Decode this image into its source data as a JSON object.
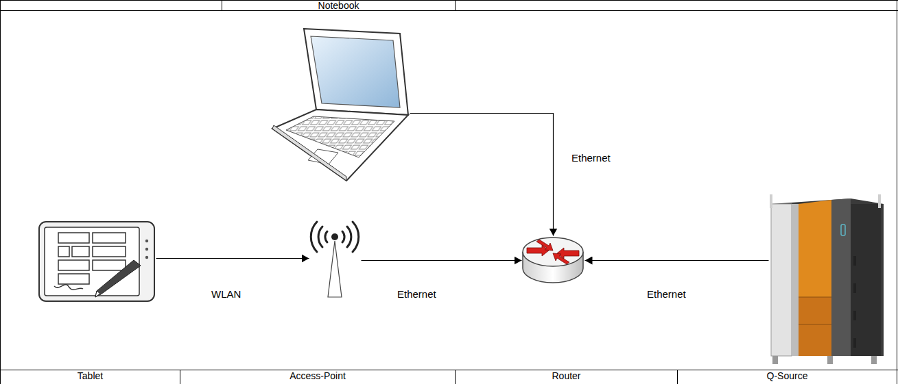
{
  "diagram": {
    "nodes": [
      {
        "text": [
          "Notebook"
        ]
      },
      {
        "text": [
          "Tablet"
        ]
      },
      {
        "text": [
          "Access-Point"
        ]
      },
      {
        "text": [
          "Router"
        ]
      },
      {
        "text": [
          "Q-Source"
        ]
      }
    ],
    "edges": [
      {
        "from": 0,
        "to": 3,
        "arrow": "to",
        "label": "Ethernet"
      },
      {
        "from": 1,
        "to": 2,
        "arrow": "to",
        "label": "WLAN"
      },
      {
        "from": 2,
        "to": 3,
        "arrow": "to",
        "label": "Ethernet"
      },
      {
        "from": 4,
        "to": 3,
        "arrow": "to",
        "label": "Ethernet"
      }
    ]
  }
}
